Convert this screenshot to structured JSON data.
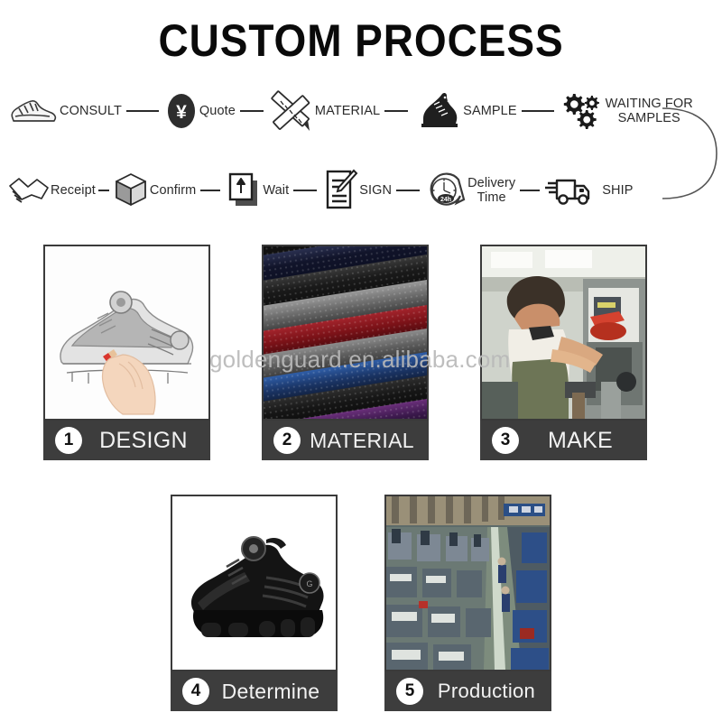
{
  "header": {
    "title": "CUSTOM PROCESS"
  },
  "watermark": {
    "text": "goldenguard.en.alibaba.com"
  },
  "flow": {
    "row1": [
      {
        "icon": "sneaker-icon",
        "label": "CONSULT"
      },
      {
        "icon": "yen-coin-icon",
        "label": "Quote"
      },
      {
        "icon": "ruler-pencil-icon",
        "label": "MATERIAL"
      },
      {
        "icon": "shoe-sample-icon",
        "label": "SAMPLE"
      },
      {
        "icon": "gears-icon",
        "label": "WAITING FOR\nSAMPLES"
      }
    ],
    "row2": [
      {
        "icon": "handshake-icon",
        "label": "Receipt"
      },
      {
        "icon": "box-icon",
        "label": "Confirm"
      },
      {
        "icon": "upload-icon",
        "label": "Wait"
      },
      {
        "icon": "document-pen-icon",
        "label": "SIGN"
      },
      {
        "icon": "clock-24h-icon",
        "label": "Delivery\nTime"
      },
      {
        "icon": "truck-icon",
        "label": "SHIP"
      }
    ]
  },
  "cards": {
    "row1": [
      {
        "number": "1",
        "label": "DESIGN",
        "image": "hand-sketching-sneaker-photo"
      },
      {
        "number": "2",
        "label": "MATERIAL",
        "image": "rolled-mesh-fabric-photo"
      },
      {
        "number": "3",
        "label": "MAKE",
        "image": "worker-at-shoe-machine-photo"
      }
    ],
    "row2": [
      {
        "number": "4",
        "label": "Determine",
        "image": "black-sneaker-product-photo"
      },
      {
        "number": "5",
        "label": "Production",
        "image": "factory-assembly-line-photo"
      }
    ]
  },
  "colors": {
    "bar": "#3d3d3d",
    "border": "#3a3a3a",
    "text": "#1a1a1a",
    "watermark": "#b9b9b9"
  }
}
